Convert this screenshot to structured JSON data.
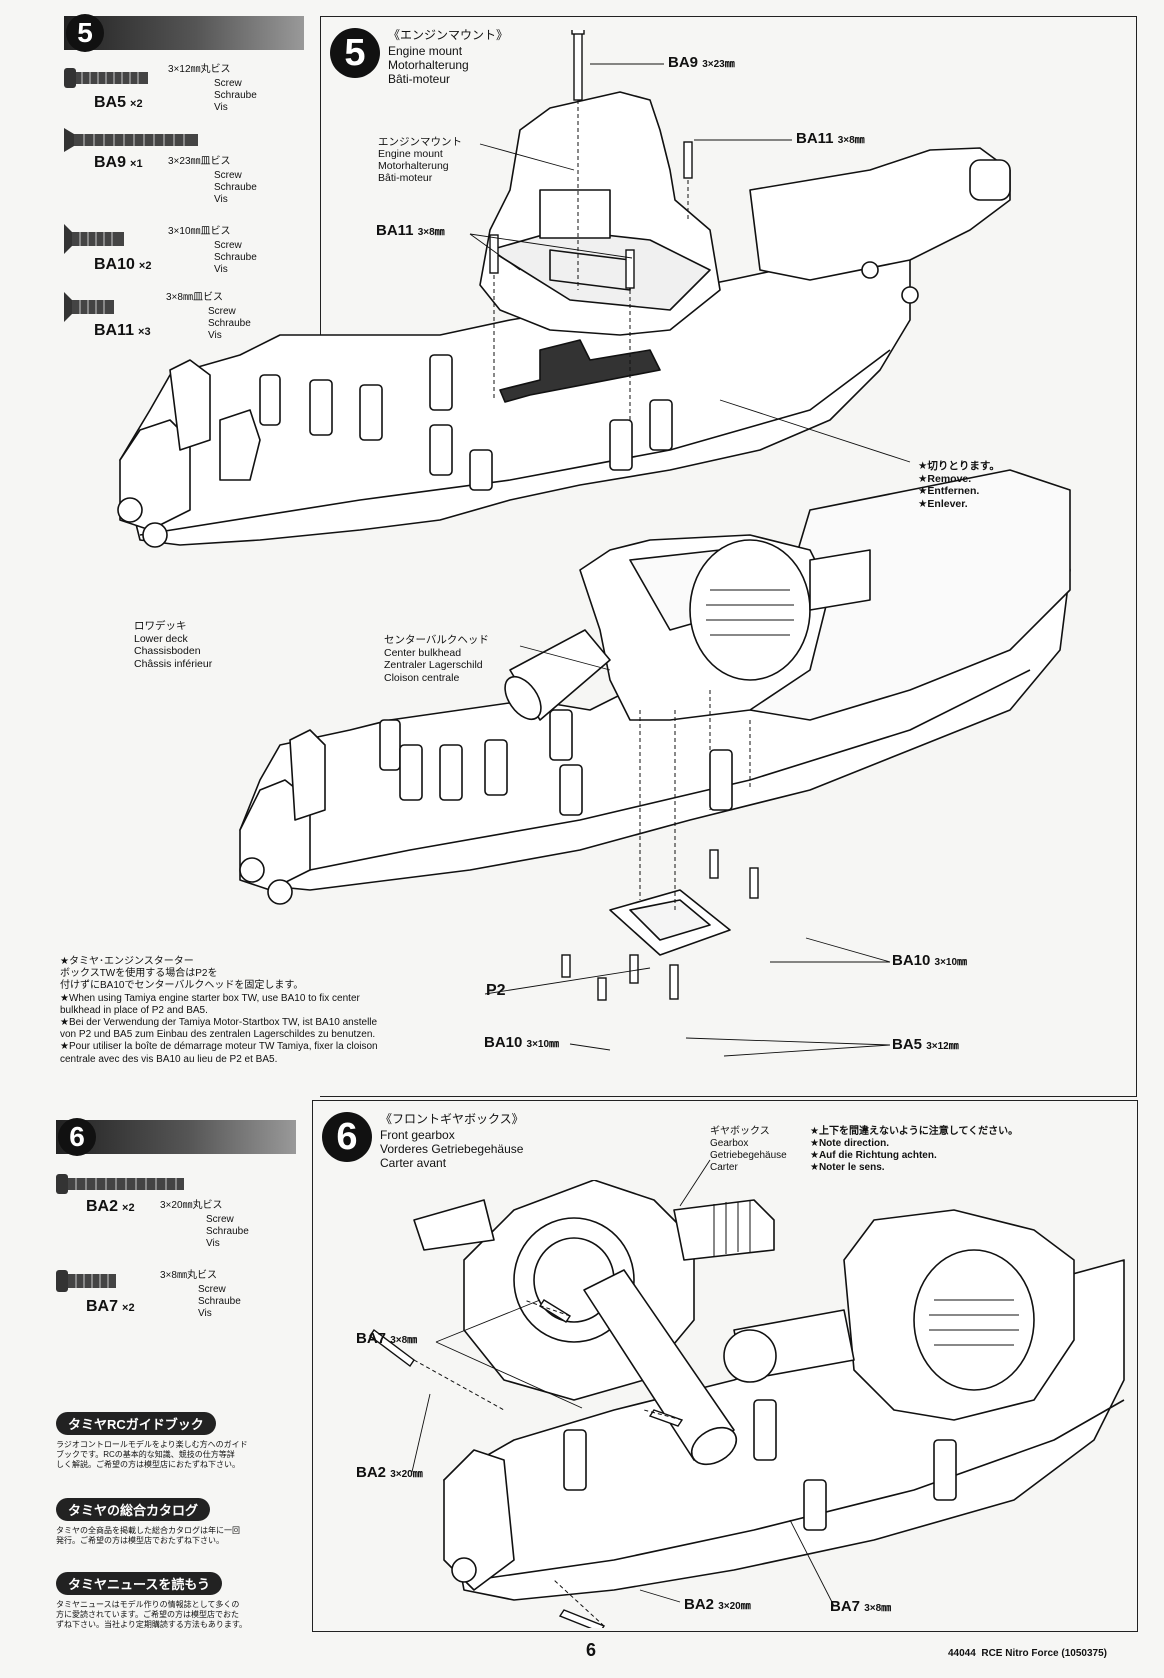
{
  "left5": {
    "step": "5",
    "screws": [
      {
        "code": "BA5",
        "qty": "×2",
        "spec": "3×12㎜丸ビス",
        "names": "Screw\nSchraube\nVis"
      },
      {
        "code": "BA9",
        "qty": "×1",
        "spec": "3×23㎜皿ビス",
        "names": "Screw\nSchraube\nVis"
      },
      {
        "code": "BA10",
        "qty": "×2",
        "spec": "3×10㎜皿ビス",
        "names": "Screw\nSchraube\nVis"
      },
      {
        "code": "BA11",
        "qty": "×3",
        "spec": "3×8㎜皿ビス",
        "names": "Screw\nSchraube\nVis"
      }
    ]
  },
  "panel5": {
    "step": "5",
    "title_jp": "《エンジンマウント》",
    "title": "Engine mount\nMotorhalterung\nBâti-moteur",
    "engine_mount_label": "エンジンマウント\nEngine mount\nMotorhalterung\nBâti-moteur",
    "lower_deck_label": "ロワデッキ\nLower deck\nChassisboden\nChâssis inférieur",
    "center_bulkhead_label": "センターバルクヘッド\nCenter bulkhead\nZentraler Lagerschild\nCloison centrale",
    "remove_label": "★切りとります。\n★Remove.\n★Entfernen.\n★Enlever.",
    "ba9": {
      "code": "BA9",
      "size": "3×23㎜"
    },
    "ba11a": {
      "code": "BA11",
      "size": "3×8㎜"
    },
    "ba11b": {
      "code": "BA11",
      "size": "3×8㎜"
    },
    "ba10a": {
      "code": "BA10",
      "size": "3×10㎜"
    },
    "ba10b": {
      "code": "BA10",
      "size": "3×10㎜"
    },
    "ba5": {
      "code": "BA5",
      "size": "3×12㎜"
    },
    "p2": "P2",
    "note": "★タミヤ･エンジンスターター\nボックスTWを使用する場合はP2を\n付けずにBA10でセンターバルクヘッドを固定します。\n★When using Tamiya engine starter box TW, use BA10 to fix center\nbulkhead in place of P2 and BA5.\n★Bei der Verwendung der Tamiya Motor-Startbox TW, ist BA10 anstelle\nvon P2 und BA5 zum Einbau des zentralen Lagerschildes zu benutzen.\n★Pour utiliser la boîte de démarrage moteur TW Tamiya, fixer la cloison\ncentrale avec des vis BA10 au lieu de P2 et BA5."
  },
  "left6": {
    "step": "6",
    "screws": [
      {
        "code": "BA2",
        "qty": "×2",
        "spec": "3×20㎜丸ビス",
        "names": "Screw\nSchraube\nVis"
      },
      {
        "code": "BA7",
        "qty": "×2",
        "spec": "3×8㎜丸ビス",
        "names": "Screw\nSchraube\nVis"
      }
    ],
    "guides": [
      {
        "title": "タミヤRCガイドブック",
        "text": "ラジオコントロールモデルをより楽しむ方へのガイド\nブックです。RCの基本的な知識、競技の仕方等詳\nしく解説。ご希望の方は模型店におたずね下さい。"
      },
      {
        "title": "タミヤの総合カタログ",
        "text": "タミヤの全商品を掲載した総合カタログは年に一回\n発行。ご希望の方は模型店でおたずね下さい。"
      },
      {
        "title": "タミヤニュースを読もう",
        "text": "タミヤニュースはモデル作りの情報誌として多くの\n方に愛読されています。ご希望の方は模型店でおた\nずね下さい。当社より定期購読する方法もあります。"
      }
    ]
  },
  "panel6": {
    "step": "6",
    "title_jp": "《フロントギヤボックス》",
    "title": "Front gearbox\nVorderes Getriebegehäuse\nCarter avant",
    "gearbox_label": "ギヤボックス\nGearbox\nGetriebegehäuse\nCarter",
    "direction_note": "★上下を間違えないように注意してください。\n★Note direction.\n★Auf die Richtung achten.\n★Noter le sens.",
    "ba7a": {
      "code": "BA7",
      "size": "3×8㎜"
    },
    "ba7b": {
      "code": "BA7",
      "size": "3×8㎜"
    },
    "ba2a": {
      "code": "BA2",
      "size": "3×20㎜"
    },
    "ba2b": {
      "code": "BA2",
      "size": "3×20㎜"
    }
  },
  "footer": {
    "page_number": "6",
    "model": "44044  RCE Nitro Force (1050375)"
  }
}
